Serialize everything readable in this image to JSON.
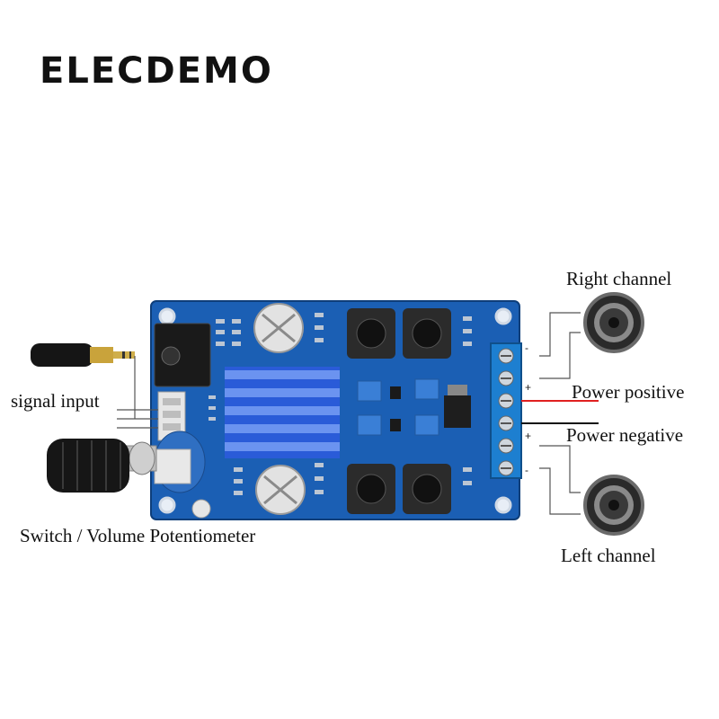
{
  "brand": "ELECDEMO",
  "labels": {
    "right_channel": "Right channel",
    "signal_input": "signal input",
    "power_positive": "Power positive",
    "power_negative": "Power negative",
    "switch_volume": "Switch / Volume Potentiometer",
    "left_channel": "Left channel"
  },
  "terminal_marks": {
    "right_minus": "-",
    "right_plus": "+",
    "left_plus": "+",
    "left_minus": "-"
  },
  "colors": {
    "board": "#1b5fb4",
    "terminal": "#1d7fd0",
    "heatsink": "#2a5bd8",
    "power_positive_wire": "#e02020",
    "power_negative_wire": "#111111"
  }
}
